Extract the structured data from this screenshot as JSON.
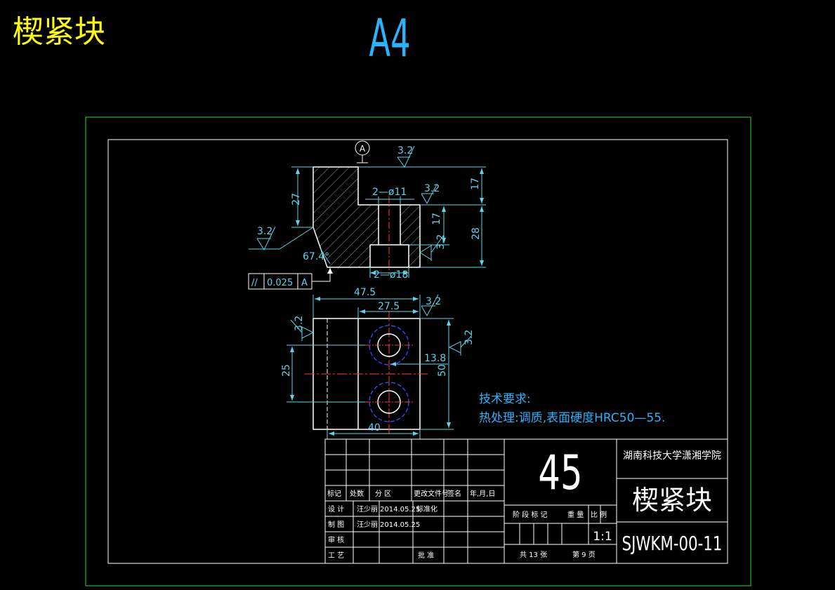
{
  "header": {
    "title": "楔紧块",
    "paper_size": "A4"
  },
  "section_view": {
    "datum_label": "A",
    "roughness_top": "3.2",
    "roughness_left": "3.2",
    "roughness_step": "3.2",
    "roughness_side": "3.2",
    "dim_27": "27",
    "dim_17_top": "17",
    "dim_17_mid": "17",
    "dim_28": "28",
    "dim_holes_small": "2—ø11",
    "dim_holes_large": "2—ø18",
    "dim_angle": "67.4°",
    "tolerance_symbol": "//",
    "tolerance_value": "0.025",
    "tolerance_datum": "A"
  },
  "plan_view": {
    "dim_47_5": "47.5",
    "dim_27_5": "27.5",
    "dim_13_8": "13.8",
    "dim_25": "25",
    "dim_50": "50",
    "dim_40": "40",
    "roughness_top": "3.2",
    "roughness_left": "3.2",
    "roughness_right": "3.2"
  },
  "tech_requirements": {
    "title": "技术要求:",
    "line1": "热处理:调质,表面硬度HRC50—55."
  },
  "title_block": {
    "material": "45",
    "school": "湖南科技大学潇湘学院",
    "part_name": "楔紧块",
    "drawing_number": "SJWKM-00-11",
    "scale": "1:1",
    "rev_headers": [
      "标记",
      "处数",
      "分 区",
      "更改文件号",
      "签名",
      "年,月,日"
    ],
    "row_design": [
      "设 计",
      "汪少丽",
      "2014.05.25",
      "标准化"
    ],
    "row_draw": [
      "制 图",
      "汪少丽",
      "2014.05.25"
    ],
    "row_check": [
      "审 核"
    ],
    "row_process": [
      "工 艺",
      "批 准"
    ],
    "stage_headers": [
      "阶 段 标 记",
      "重 量",
      "比 例"
    ],
    "sheet_info": "共 13 张",
    "page_info": "第 9 页"
  }
}
